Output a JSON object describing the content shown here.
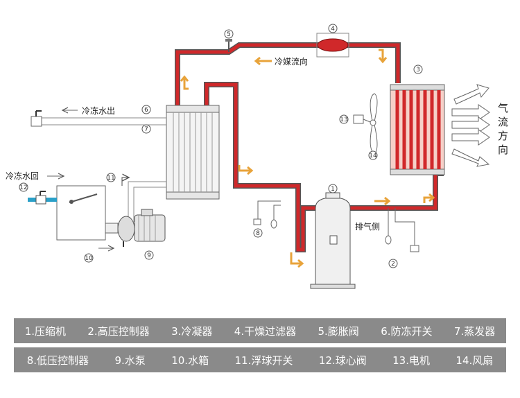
{
  "labels": {
    "refrigerant_flow": "冷媒流向",
    "chilled_water_out": "冷冻水出",
    "chilled_water_return": "冷冻水回",
    "exhaust_side": "排气侧",
    "airflow_direction": [
      "气",
      "流",
      "方",
      "向"
    ]
  },
  "markers": [
    "1",
    "2",
    "3",
    "4",
    "5",
    "6",
    "7",
    "8",
    "9",
    "10",
    "11",
    "12",
    "13",
    "14"
  ],
  "legend": {
    "row1": [
      "1.压缩机",
      "2.高压控制器",
      "3.冷凝器",
      "4.干燥过滤器",
      "5.膨胀阀",
      "6.防冻开关",
      "7.蒸发器"
    ],
    "row2": [
      "8.低压控制器",
      "9.水泵",
      "10.水箱",
      "11.浮球开关",
      "12.球心阀",
      "13.电机",
      "14.风扇"
    ]
  },
  "colors": {
    "refrigerant_line": "#d0282a",
    "flow_arrow": "#e8a33a",
    "legend_bg": "#8a8a8a"
  }
}
